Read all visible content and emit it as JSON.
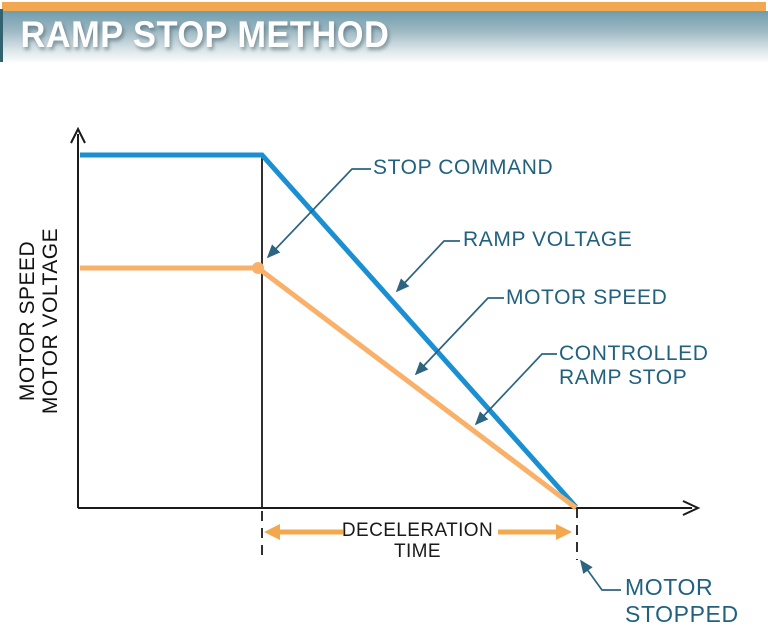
{
  "header": {
    "title": "RAMP STOP METHOD"
  },
  "y_axis": {
    "line1": "MOTOR SPEED",
    "line2": "MOTOR VOLTAGE"
  },
  "annotations": {
    "stop_command": "STOP COMMAND",
    "ramp_voltage": "RAMP VOLTAGE",
    "motor_speed": "MOTOR SPEED",
    "controlled_ramp_stop": {
      "line1": "CONTROLLED",
      "line2": "RAMP STOP"
    },
    "motor_stopped": {
      "line1": "MOTOR",
      "line2": "STOPPED"
    },
    "deceleration": {
      "line1": "DECELERATION",
      "line2": "TIME"
    }
  },
  "colors": {
    "ramp_voltage_line": "#1a8fd1",
    "motor_speed_line": "#f9b169",
    "annotation_text": "#21617f",
    "leader_line": "#2d6480",
    "measure_arrow": "#f4a84e",
    "banner_stripe": "#f2a851",
    "axis": "#1a1a1a"
  },
  "chart_data": {
    "type": "line",
    "title": "RAMP STOP METHOD",
    "xlabel": "TIME (unlabeled axis)",
    "ylabel": "MOTOR SPEED / MOTOR VOLTAGE",
    "axes_numeric": false,
    "series": [
      {
        "name": "RAMP VOLTAGE",
        "color": "#1a8fd1",
        "points_rel": [
          [
            0.0,
            1.0
          ],
          [
            0.3,
            1.0
          ],
          [
            0.81,
            0.0
          ]
        ]
      },
      {
        "name": "MOTOR SPEED",
        "color": "#f9b169",
        "points_rel": [
          [
            0.0,
            0.68
          ],
          [
            0.29,
            0.68
          ],
          [
            0.81,
            0.0
          ]
        ]
      }
    ],
    "annotations": [
      "STOP COMMAND marks the point where ramp-down begins",
      "CONTROLLED RAMP STOP along the decreasing motor-speed ramp",
      "MOTOR STOPPED where both curves reach zero",
      "DECELERATION TIME spans from stop command to motor stopped"
    ]
  }
}
